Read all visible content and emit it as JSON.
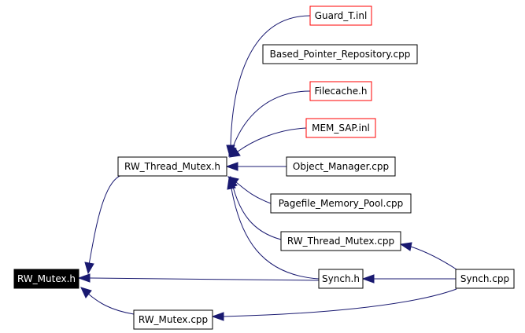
{
  "colors": {
    "edge": "#191970",
    "box_border": "#000000",
    "box_border_red": "#ff0000",
    "root_fill": "#000000",
    "root_text": "#ffffff"
  },
  "nodes": {
    "rw_mutex_h": {
      "label": "RW_Mutex.h"
    },
    "rw_thread_mutex_h": {
      "label": "RW_Thread_Mutex.h"
    },
    "guard_t_inl": {
      "label": "Guard_T.inl"
    },
    "based_pointer_repository_cpp": {
      "label": "Based_Pointer_Repository.cpp"
    },
    "filecache_h": {
      "label": "Filecache.h"
    },
    "mem_sap_inl": {
      "label": "MEM_SAP.inl"
    },
    "object_manager_cpp": {
      "label": "Object_Manager.cpp"
    },
    "pagefile_memory_pool_cpp": {
      "label": "Pagefile_Memory_Pool.cpp"
    },
    "rw_thread_mutex_cpp": {
      "label": "RW_Thread_Mutex.cpp"
    },
    "synch_h": {
      "label": "Synch.h"
    },
    "synch_cpp": {
      "label": "Synch.cpp"
    },
    "rw_mutex_cpp": {
      "label": "RW_Mutex.cpp"
    }
  }
}
